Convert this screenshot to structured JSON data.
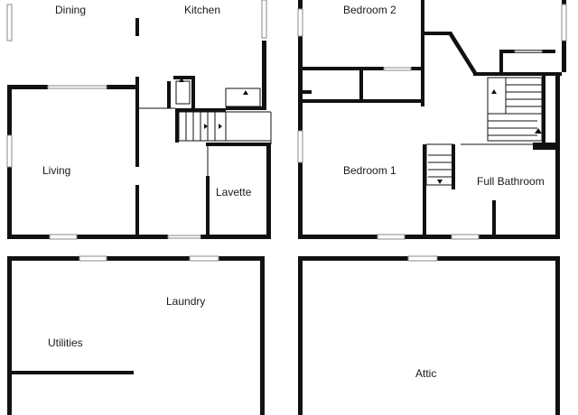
{
  "plan": {
    "rooms": {
      "dining": "Dining",
      "kitchen": "Kitchen",
      "living": "Living",
      "lavette": "Lavette",
      "bedroom2": "Bedroom 2",
      "bedroom1": "Bedroom 1",
      "full_bathroom": "Full Bathroom",
      "laundry": "Laundry",
      "utilities": "Utilities",
      "attic": "Attic"
    },
    "colors": {
      "wall": "#111111",
      "window": "#8a8a8a",
      "background": "#ffffff"
    }
  }
}
